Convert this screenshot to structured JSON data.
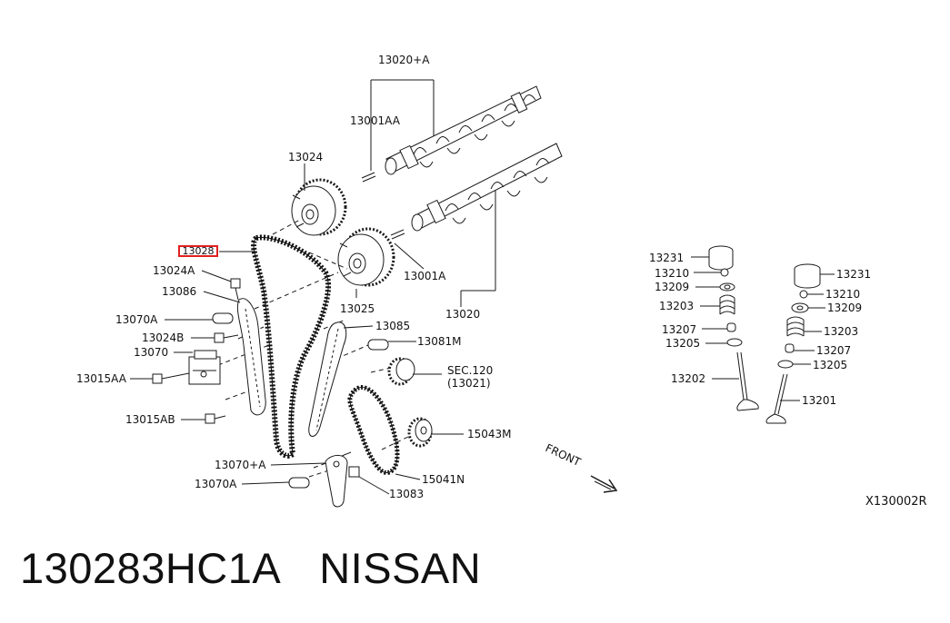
{
  "highlight_color": "#e02020",
  "highlighted_part": "13028",
  "footer": {
    "part_number": "130283HC1A",
    "brand": "NISSAN"
  },
  "reference": "X130002R",
  "front_label": "FRONT",
  "labels": {
    "p13020A": "13020+A",
    "p13001AA": "13001AA",
    "p13024": "13024",
    "p13028": "13028",
    "p13024A": "13024A",
    "p13086": "13086",
    "p13070A": "13070A",
    "p13024B": "13024B",
    "p13070": "13070",
    "p13015AA": "13015AA",
    "p13015AB": "13015AB",
    "p13070pA": "13070+A",
    "p13070A2": "13070A",
    "p13025": "13025",
    "p13001A": "13001A",
    "p13020": "13020",
    "p13085": "13085",
    "p13081M": "13081M",
    "sec120": "SEC.120",
    "sec13021": "(13021)",
    "p15043M": "15043M",
    "p15041N": "15041N",
    "p13083": "13083",
    "p13231a": "13231",
    "p13210a": "13210",
    "p13209a": "13209",
    "p13203a": "13203",
    "p13207a": "13207",
    "p13205a": "13205",
    "p13202": "13202",
    "p13231b": "13231",
    "p13210b": "13210",
    "p13209b": "13209",
    "p13203b": "13203",
    "p13207b": "13207",
    "p13205b": "13205",
    "p13201": "13201"
  }
}
